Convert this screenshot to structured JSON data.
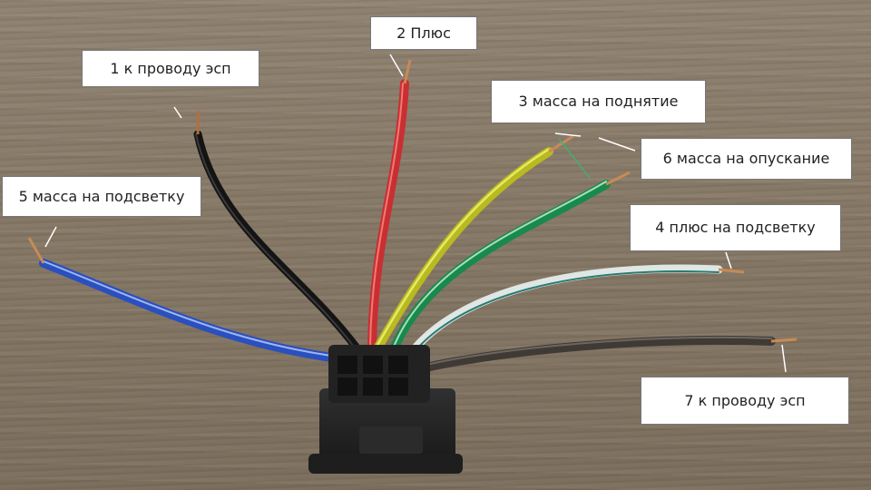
{
  "image": {
    "description_colors": {
      "background": "#867866",
      "wire_black": "#1e1e1e",
      "wire_red": "#d8393a",
      "wire_yellow": "#c9cc2a",
      "wire_green": "#1f9a56",
      "wire_white": "#eef3f0",
      "wire_blue": "#2f57c8",
      "wire_gray": "#4a4541",
      "connector": "#262626"
    }
  },
  "labels": {
    "l1": "1 к проводу эсп",
    "l2": "2 Плюс",
    "l3": "3 масса на поднятие",
    "l4": "4 плюс на подсветку",
    "l5": "5 масса на подсветку",
    "l6": "6 масса на опускание",
    "l7": "7 к проводу эсп"
  }
}
